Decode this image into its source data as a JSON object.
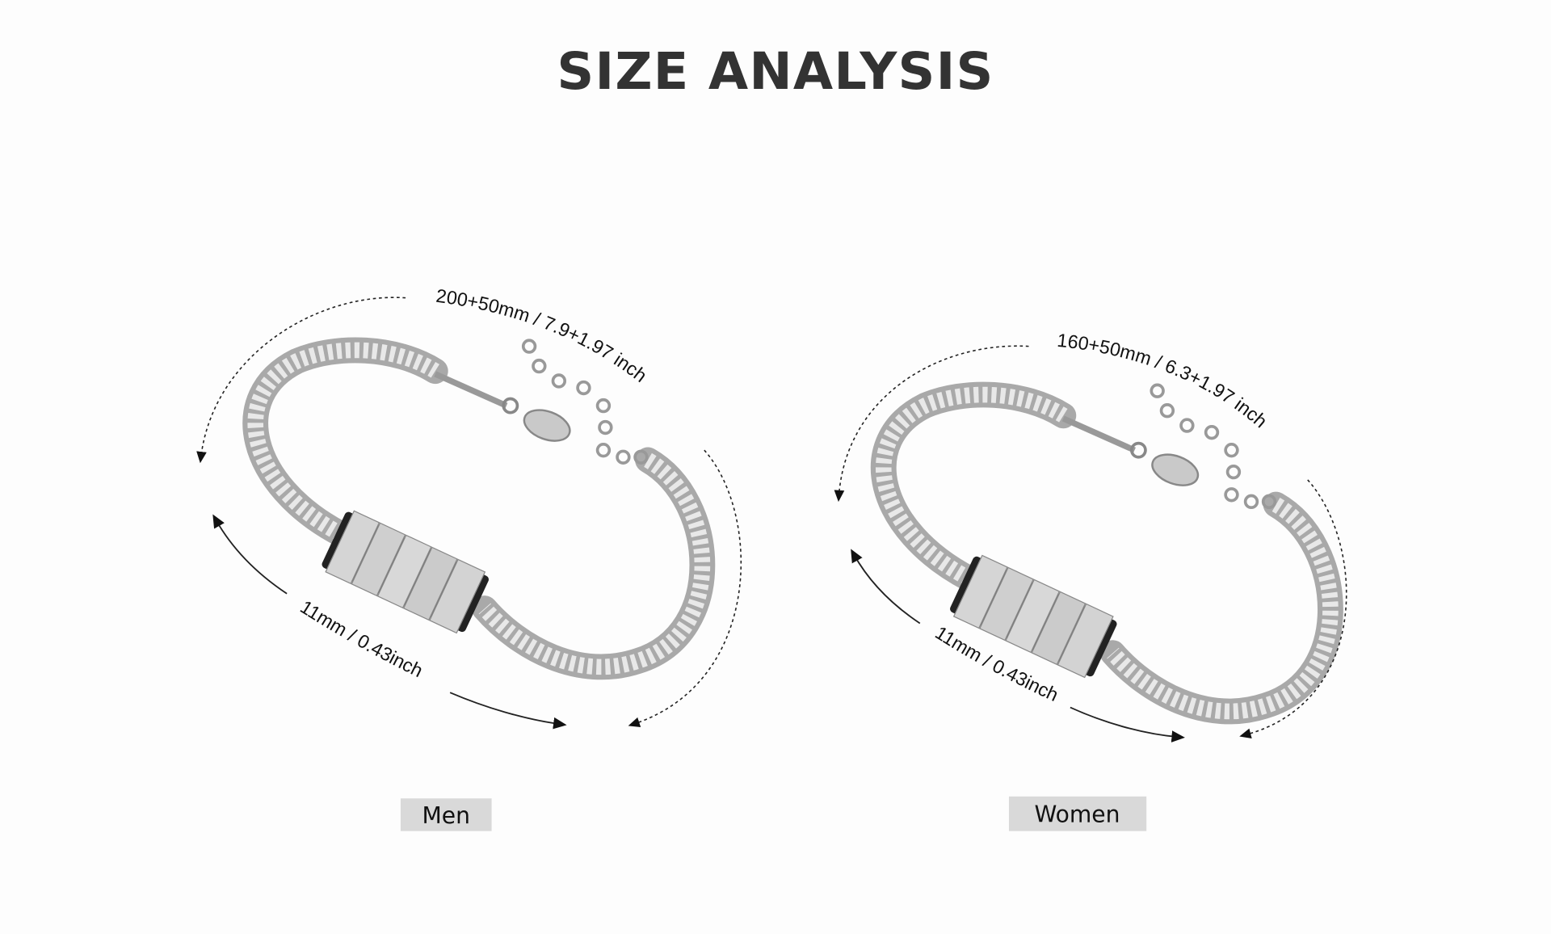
{
  "title": "SIZE ANALYSIS",
  "products": [
    {
      "label": "Men",
      "length": "200+50mm  /  7.9+1.97 inch",
      "width": "11mm / 0.43inch"
    },
    {
      "label": "Women",
      "length": "160+50mm  /  6.3+1.97 inch",
      "width": "11mm / 0.43inch"
    }
  ],
  "colors": {
    "title": "#333333",
    "label_bg": "#d9d9d9",
    "steel": "#b8b8b8"
  }
}
